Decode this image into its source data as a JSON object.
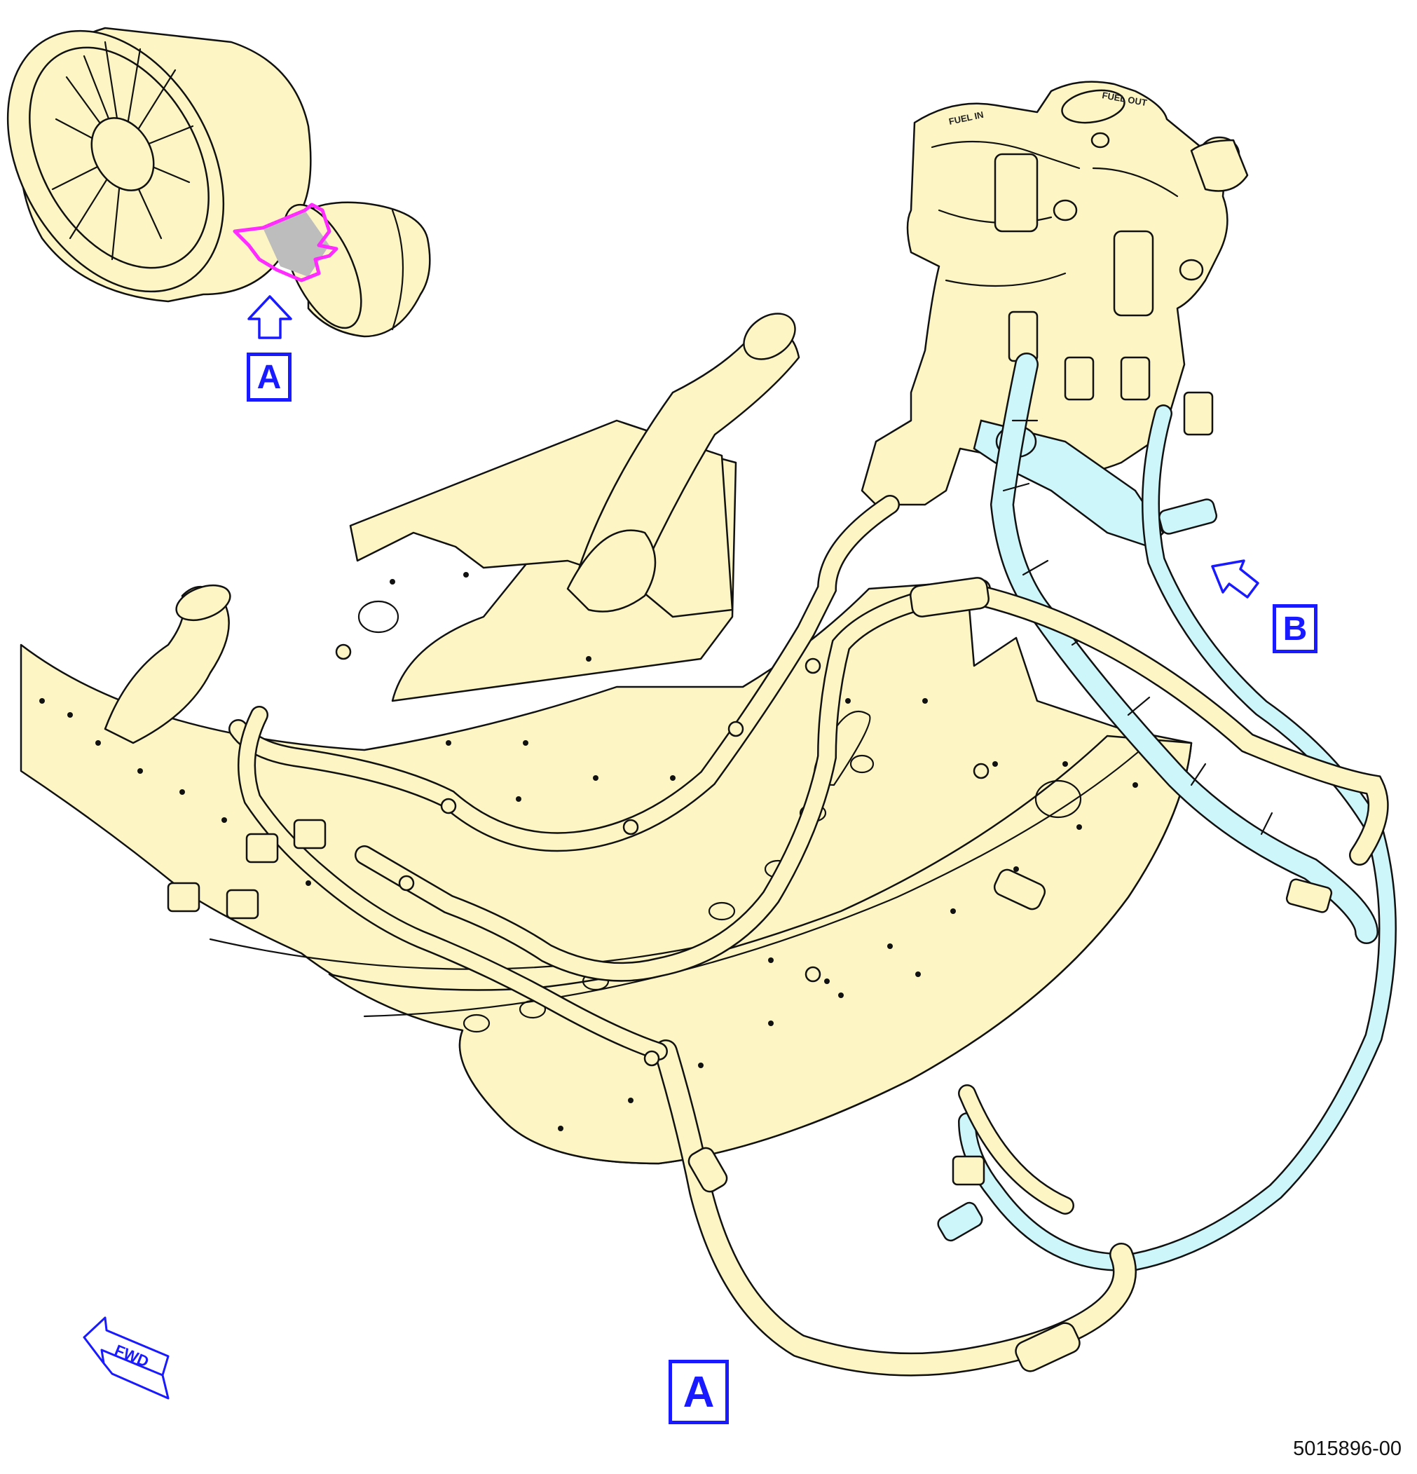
{
  "callouts": {
    "view_a_top": "A",
    "view_b": "B",
    "view_a_bottom": "A"
  },
  "direction_arrow": "FWD",
  "pump_labels": {
    "fuel_in": "FUEL IN",
    "fuel_out": "FUEL OUT"
  },
  "figure_id": "5015896-00",
  "colors": {
    "part_fill": "#fdf6c4",
    "highlight_hose": "#cdf6fb",
    "callout_blue": "#1a1aff",
    "locator_magenta": "#ff2bff",
    "locator_gray": "#bdbdbd",
    "outline": "#111111"
  },
  "icons": [
    "up-arrow-icon",
    "left-arrow-icon",
    "fwd-arrow-icon"
  ]
}
